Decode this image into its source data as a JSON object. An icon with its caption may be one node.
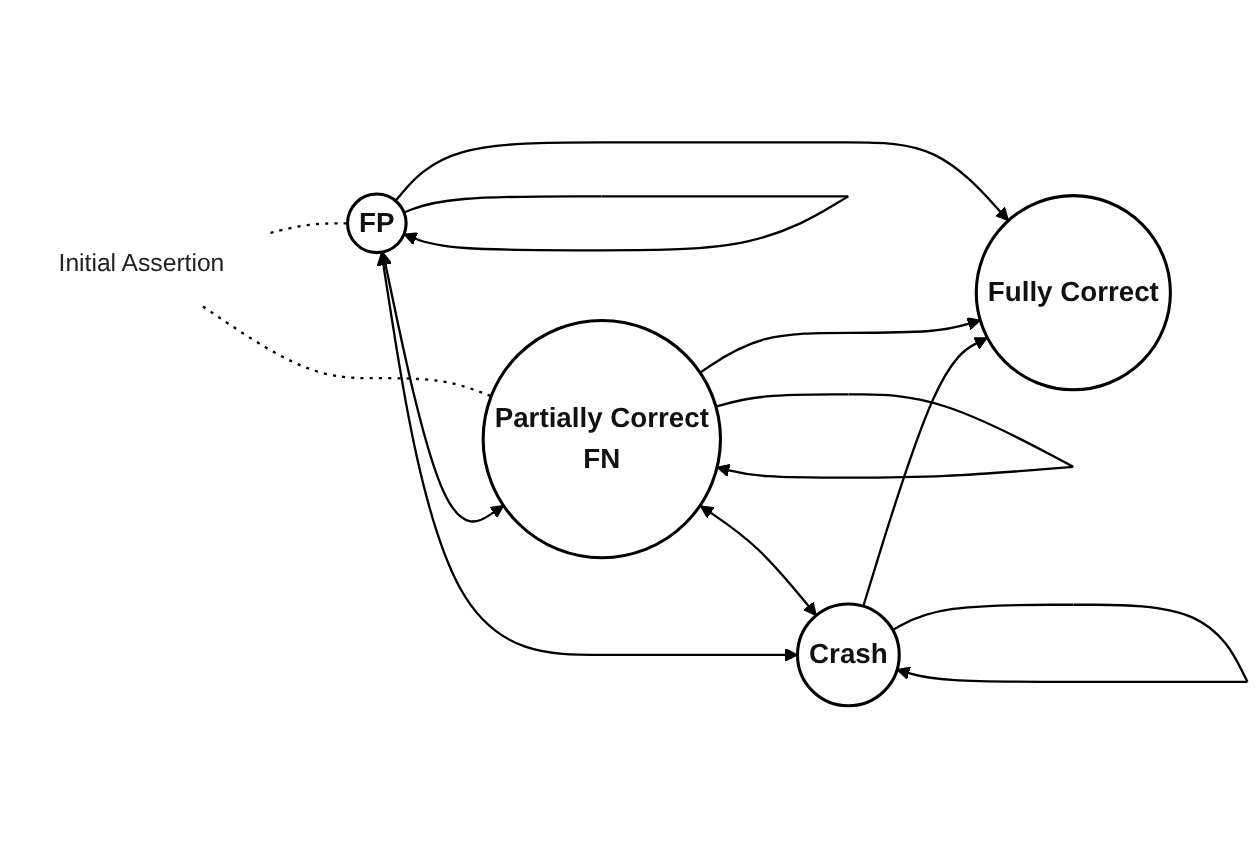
{
  "diagram": {
    "nodes": [
      {
        "text": [
          "Initial Assertion"
        ]
      },
      {
        "text": [
          "FP"
        ]
      },
      {
        "text": [
          "Partially Correct",
          "FN"
        ]
      },
      {
        "text": [
          "Fully Correct"
        ]
      },
      {
        "text": [
          "Crash"
        ]
      }
    ],
    "edges": [
      {
        "from": 0,
        "to": 1,
        "arrow": "none",
        "style": "dashed"
      },
      {
        "from": 0,
        "to": 2,
        "arrow": "none",
        "style": "dashed"
      },
      {
        "from": 1,
        "to": 1,
        "arrow": "to"
      },
      {
        "from": 1,
        "to": 3,
        "arrow": "to"
      },
      {
        "from": 1,
        "to": 2,
        "arrow": "both"
      },
      {
        "from": 2,
        "to": 3,
        "arrow": "to"
      },
      {
        "from": 2,
        "to": 2,
        "arrow": "to"
      },
      {
        "from": 2,
        "to": 4,
        "arrow": "both"
      },
      {
        "from": 1,
        "to": 4,
        "arrow": "both"
      },
      {
        "from": 4,
        "to": 3,
        "arrow": "to"
      },
      {
        "from": 4,
        "to": 4,
        "arrow": "to"
      }
    ]
  }
}
